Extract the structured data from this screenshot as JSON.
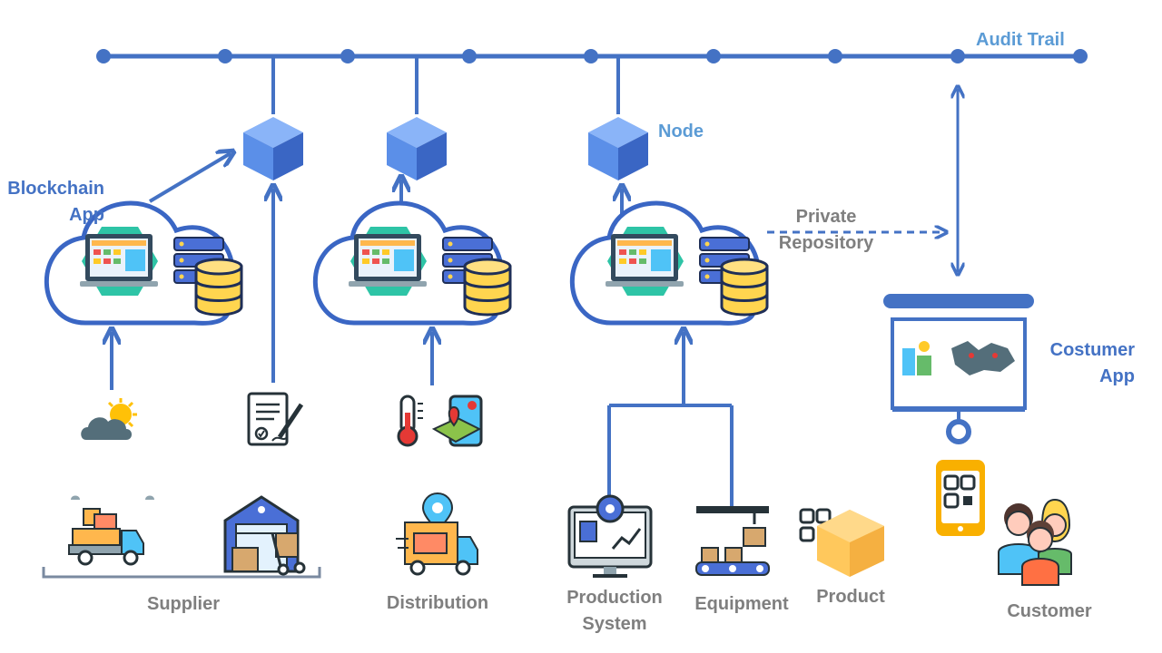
{
  "labels": {
    "audit_trail": "Audit Trail",
    "node": "Node",
    "blockchain_app": [
      "Blockchain",
      "App"
    ],
    "private_repository": [
      "Private",
      "Repository"
    ],
    "costumer_app": [
      "Costumer",
      "App"
    ],
    "supplier": "Supplier",
    "distribution": "Distribution",
    "production_system": [
      "Production",
      "System"
    ],
    "equipment": "Equipment",
    "product": "Product",
    "customer": "Customer"
  },
  "colors": {
    "line": "#4472C4",
    "label_blue": "#4472C4",
    "label_light_blue": "#5B9BD5",
    "label_gray": "#7F7F7F",
    "cube_top": "#8AB4F8",
    "cube_left": "#5B8FE8",
    "cube_right": "#3A66C4",
    "app_green": "#2EC4A6",
    "db_yellow": "#FFD54F",
    "server_blue": "#4A6FD6",
    "phone_yellow": "#F9B000"
  },
  "icons": {
    "audit_trail": "chain-with-nodes",
    "nodes": "blue-cube",
    "cloud": "cloud-with-laptop-and-database",
    "weather": "sun-cloud-icon",
    "contract": "signed-document-icon",
    "sensors": "thermometer-and-gps-map-icon",
    "supplier_truck": "delivery-truck-icon",
    "warehouse": "warehouse-icon",
    "distribution_truck": "location-truck-icon",
    "production": "monitor-eye-chart-icon",
    "equipment": "conveyor-crane-icon",
    "product": "qr-code-box-icon",
    "phone": "qr-phone-icon",
    "customers": "people-group-icon",
    "costumer_app": "dashboard-board-icon"
  }
}
